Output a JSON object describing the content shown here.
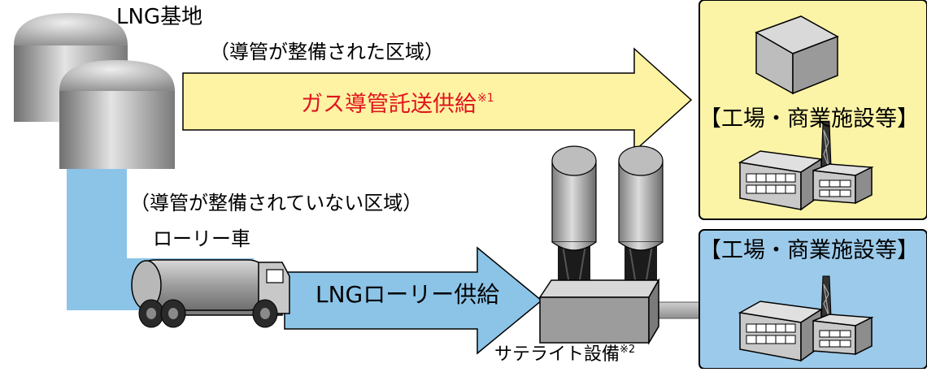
{
  "labels": {
    "lng_base": "LNG基地",
    "piped_area": "（導管が整備された区域）",
    "gas_pipeline_supply": "ガス導管託送供給",
    "note1": "※1",
    "non_piped_area": "（導管が整備されていない区域）",
    "lorry_truck": "ローリー車",
    "lng_lorry_supply": "LNGローリー供給",
    "satellite_facility": "サテライト設備",
    "note2": "※2",
    "facility_upper": "【工場・商業施設等】",
    "facility_lower": "【工場・商業施設等】"
  },
  "colors": {
    "yellow_fill": "#fdf3a3",
    "yellow_box": "#fbf3a6",
    "blue_fill": "#8cc4e8",
    "blue_box": "#9ccaea",
    "red_text": "#e1141e",
    "outline": "#000000"
  }
}
